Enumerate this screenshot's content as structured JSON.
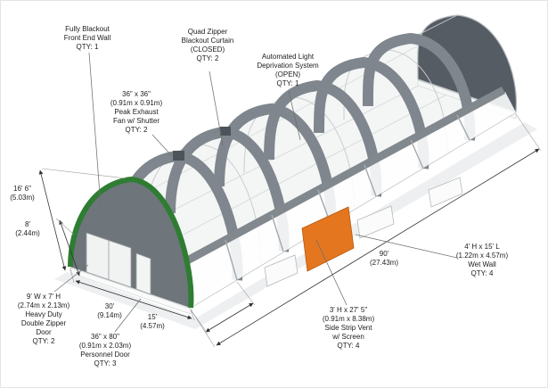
{
  "diagram": {
    "subject": "light-deprivation-greenhouse-isometric",
    "annotations": {
      "fully_blackout": "Fully Blackout\nFront End Wall\nQTY: 1",
      "quad_zipper": "Quad Zipper\nBlackout Curtain\n(CLOSED)\nQTY: 2",
      "auto_light_dep": "Automated Light\nDeprivation System\n(OPEN)\nQTY: 1",
      "peak_fan": "36\" x 36\"\n(0.91m x 0.91m)\nPeak Exhaust\nFan w/ Shutter\nQTY: 2",
      "double_zipper_door": "9' W x 7' H\n(2.74m x 2.13m)\nHeavy Duty\nDouble Zipper\nDoor\nQTY: 2",
      "personnel_door": "36\" x 80\"\n(0.91m x 2.03m)\nPersonnel Door\nQTY: 3",
      "side_strip_vent": "3' H x 27' 5\"\n(0.91m x 8.38m)\nSide Strip Vent\nw/ Screen\nQTY: 4",
      "wet_wall": "4' H x 15' L\n(1.22m x 4.57m)\nWet Wall\nQTY: 4"
    },
    "dimensions": {
      "total_height": "16' 6\"\n(5.03m)",
      "sidewall_height": "8'\n(2.44m)",
      "end_width": "30'\n(9.14m)",
      "bay_length": "15'\n(4.57m)",
      "overall_length": "90'\n(27.43m)"
    },
    "colors": {
      "end_frame_green": "#2e7d32",
      "wet_wall_orange": "#e4761f",
      "blackout_dark": "#565c63",
      "curtain_gray": "#7f868d"
    }
  }
}
